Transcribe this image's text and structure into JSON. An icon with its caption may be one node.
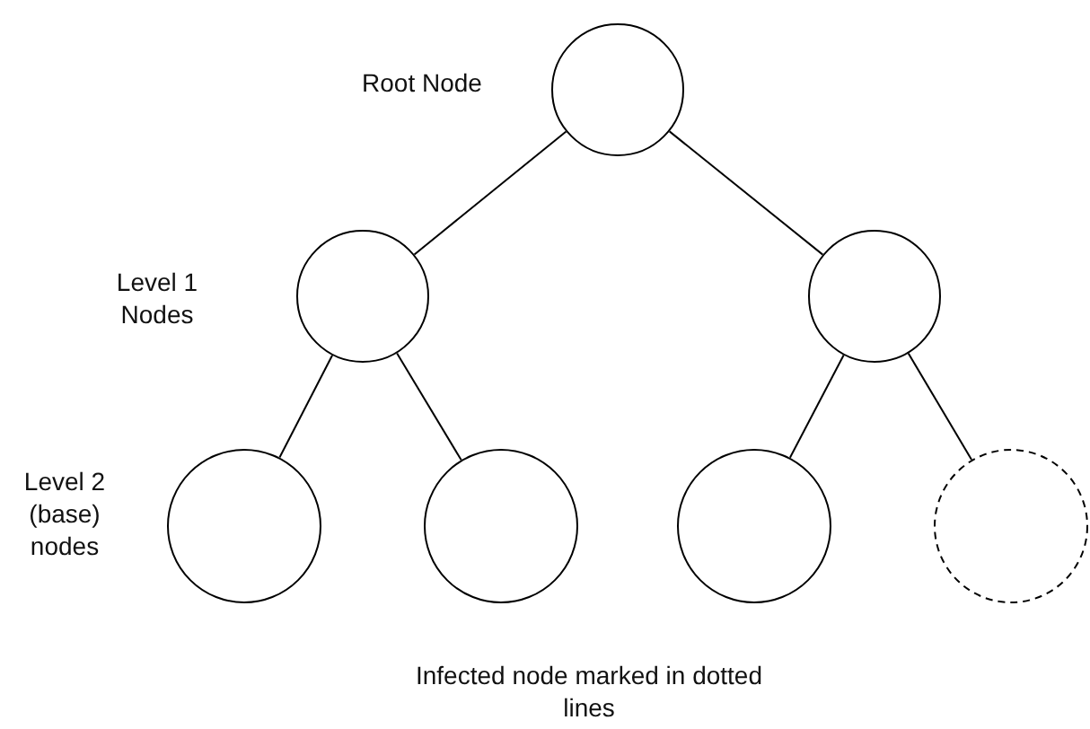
{
  "diagram": {
    "caption": "Infected node marked in dotted lines",
    "nodes": [
      {
        "text": [],
        "shape": "circle"
      },
      {
        "text": [],
        "shape": "circle"
      },
      {
        "text": [],
        "shape": "circle"
      },
      {
        "text": [],
        "shape": "circle"
      },
      {
        "text": [],
        "shape": "circle"
      },
      {
        "text": [],
        "shape": "circle"
      },
      {
        "text": [],
        "shape": "circle"
      }
    ],
    "edges": [
      {
        "from": 0,
        "to": 1,
        "arrow": "none"
      },
      {
        "from": 0,
        "to": 2,
        "arrow": "none"
      },
      {
        "from": 1,
        "to": 3,
        "arrow": "none"
      },
      {
        "from": 1,
        "to": 4,
        "arrow": "none"
      },
      {
        "from": 2,
        "to": 5,
        "arrow": "none"
      },
      {
        "from": 2,
        "to": 6,
        "arrow": "none"
      }
    ],
    "labels": [
      "Root Node",
      "Level 1 Nodes",
      "Level 2 (base) nodes"
    ]
  }
}
